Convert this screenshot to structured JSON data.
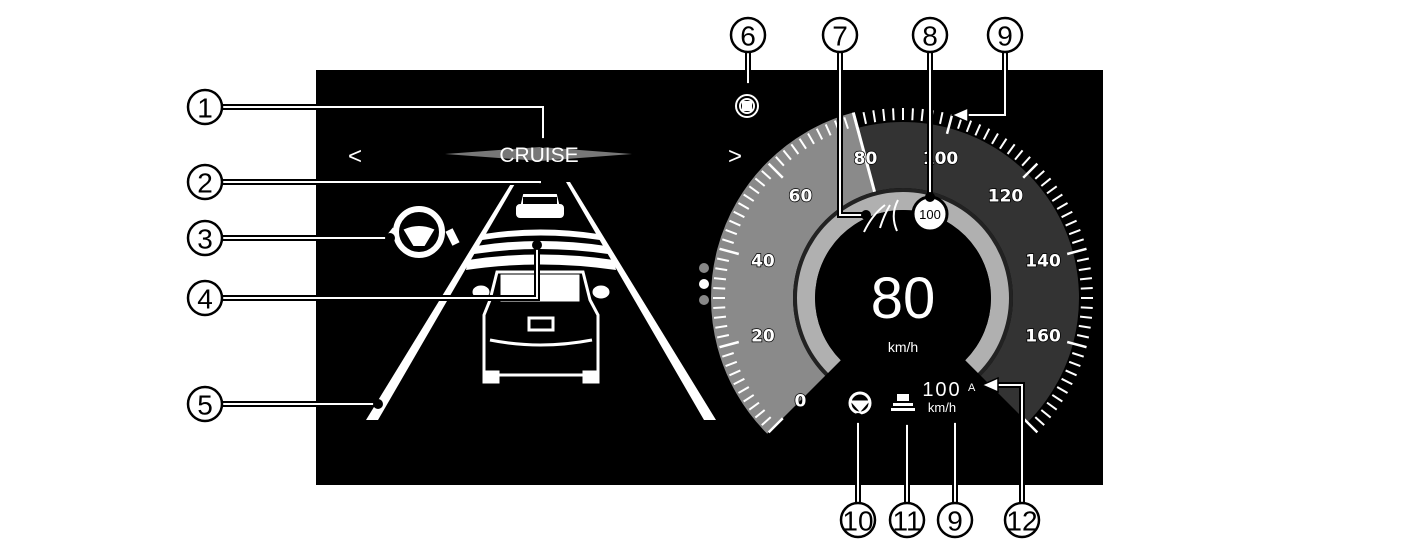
{
  "mode_title": "CRUISE",
  "nav": {
    "prev": "<",
    "next": ">"
  },
  "speedometer": {
    "current_speed": "80",
    "unit": "km/h",
    "tick_labels": [
      "0",
      "20",
      "40",
      "60",
      "80",
      "100",
      "120",
      "140",
      "160"
    ],
    "scale_min": 0,
    "scale_max": 180,
    "current_value": 80,
    "set_speed_badge": "100"
  },
  "set_speed": {
    "value": "100",
    "unit": "km/h",
    "marker": "A"
  },
  "callouts": [
    {
      "id": "c1",
      "label": "1"
    },
    {
      "id": "c2",
      "label": "2"
    },
    {
      "id": "c3",
      "label": "3"
    },
    {
      "id": "c4",
      "label": "4"
    },
    {
      "id": "c5",
      "label": "5"
    },
    {
      "id": "c6",
      "label": "6"
    },
    {
      "id": "c7",
      "label": "7"
    },
    {
      "id": "c8",
      "label": "8"
    },
    {
      "id": "c9a",
      "label": "9"
    },
    {
      "id": "c10",
      "label": "10"
    },
    {
      "id": "c11",
      "label": "11"
    },
    {
      "id": "c9b",
      "label": "9"
    },
    {
      "id": "c12",
      "label": "12"
    }
  ],
  "colors": {
    "panel": "#000000",
    "fill_band": "#8a8a8a",
    "dark_band": "#333333",
    "inner_ring": "#b0b0b0"
  }
}
